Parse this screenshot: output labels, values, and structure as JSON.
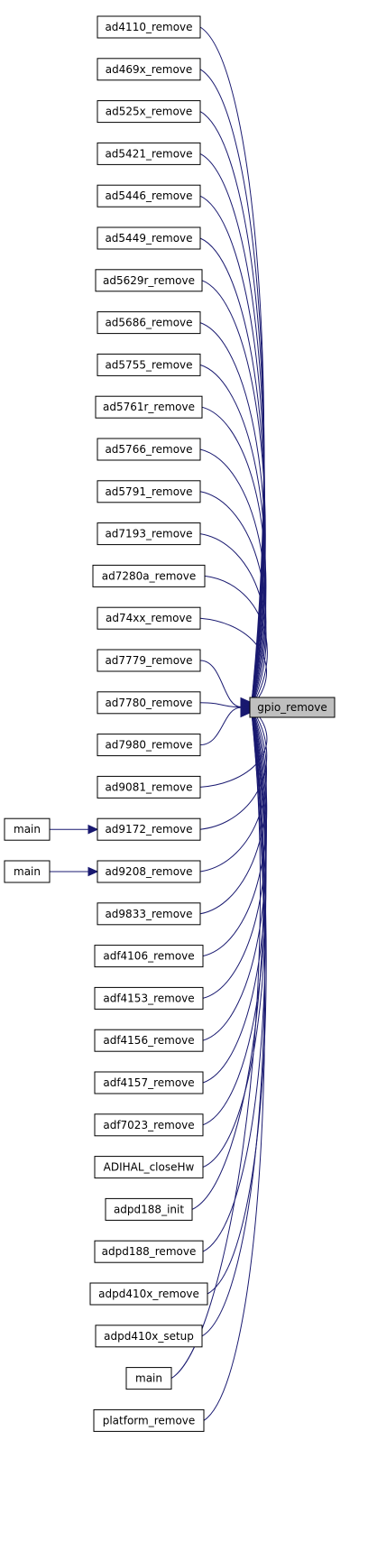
{
  "graph": {
    "target": {
      "label": "gpio_remove"
    },
    "callers": [
      {
        "label": "ad4110_remove"
      },
      {
        "label": "ad469x_remove"
      },
      {
        "label": "ad525x_remove"
      },
      {
        "label": "ad5421_remove"
      },
      {
        "label": "ad5446_remove"
      },
      {
        "label": "ad5449_remove"
      },
      {
        "label": "ad5629r_remove"
      },
      {
        "label": "ad5686_remove"
      },
      {
        "label": "ad5755_remove"
      },
      {
        "label": "ad5761r_remove"
      },
      {
        "label": "ad5766_remove"
      },
      {
        "label": "ad5791_remove"
      },
      {
        "label": "ad7193_remove"
      },
      {
        "label": "ad7280a_remove"
      },
      {
        "label": "ad74xx_remove"
      },
      {
        "label": "ad7779_remove"
      },
      {
        "label": "ad7780_remove"
      },
      {
        "label": "ad7980_remove"
      },
      {
        "label": "ad9081_remove"
      },
      {
        "label": "ad9172_remove"
      },
      {
        "label": "ad9208_remove"
      },
      {
        "label": "ad9833_remove"
      },
      {
        "label": "adf4106_remove"
      },
      {
        "label": "adf4153_remove"
      },
      {
        "label": "adf4156_remove"
      },
      {
        "label": "adf4157_remove"
      },
      {
        "label": "adf7023_remove"
      },
      {
        "label": "ADIHAL_closeHw"
      },
      {
        "label": "adpd188_init"
      },
      {
        "label": "adpd188_remove"
      },
      {
        "label": "adpd410x_remove"
      },
      {
        "label": "adpd410x_setup"
      },
      {
        "label": "main"
      },
      {
        "label": "platform_remove"
      }
    ],
    "second_level": [
      {
        "label": "main",
        "calls": "ad9172_remove"
      },
      {
        "label": "main",
        "calls": "ad9208_remove"
      }
    ]
  },
  "colors": {
    "edge": "#191970",
    "target_fill": "#bfbfbf",
    "node_fill": "#ffffff",
    "node_border": "#000000"
  }
}
